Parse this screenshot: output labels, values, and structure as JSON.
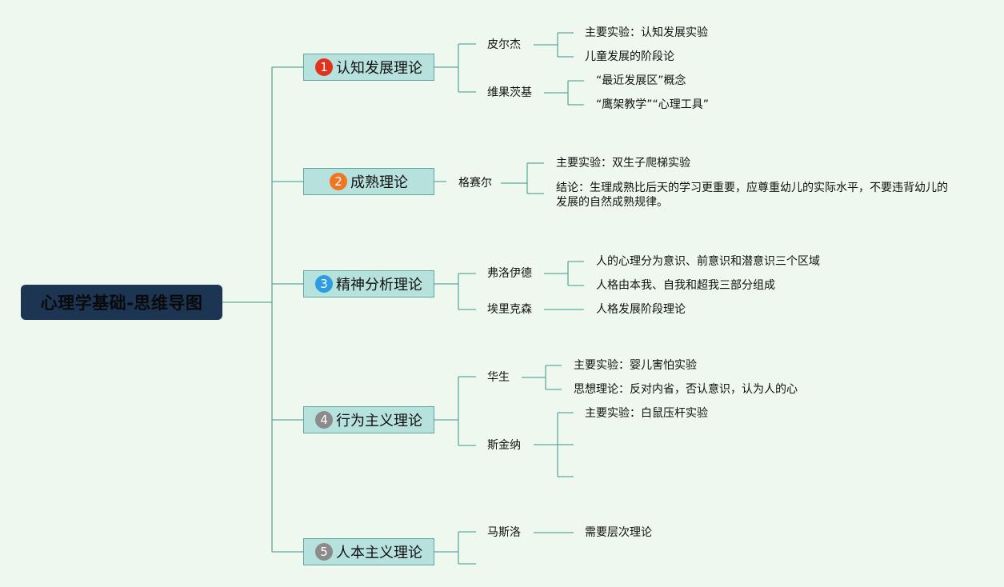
{
  "title": "心理学基础-思维导图",
  "colors": {
    "line": "#5fa79e",
    "badge_red": "#e0331f",
    "badge_orange": "#ee7622",
    "badge_blue": "#2d9ce0",
    "badge_gray": "#8b8b8b"
  },
  "branches": [
    {
      "num": "1",
      "label": "认知发展理论",
      "people": [
        {
          "name": "皮尔杰",
          "points": [
            "主要实验：认知发展实验",
            "儿童发展的阶段论"
          ]
        },
        {
          "name": "维果茨基",
          "points": [
            "“最近发展区”概念",
            "“鹰架教学”“心理工具”"
          ]
        }
      ]
    },
    {
      "num": "2",
      "label": "成熟理论",
      "people": [
        {
          "name": "格赛尔",
          "points": [
            "主要实验：双生子爬梯实验",
            "结论：生理成熟比后天的学习更重要，应尊重幼儿的实际水平，不要违背幼儿的发展的自然成熟规律。"
          ]
        }
      ]
    },
    {
      "num": "3",
      "label": "精神分析理论",
      "people": [
        {
          "name": "弗洛伊德",
          "points": [
            "人的心理分为意识、前意识和潜意识三个区域",
            "人格由本我、自我和超我三部分组成"
          ]
        },
        {
          "name": "埃里克森",
          "points": [
            "人格发展阶段理论"
          ]
        }
      ]
    },
    {
      "num": "4",
      "label": "行为主义理论",
      "people": [
        {
          "name": "华生",
          "points": [
            "主要实验：婴儿害怕实验",
            "思想理论：反对内省，否认意识，认为人的心"
          ]
        },
        {
          "name": "斯金纳",
          "points": [
            "主要实验：白鼠压杆实验"
          ]
        }
      ]
    },
    {
      "num": "5",
      "label": "人本主义理论",
      "people": [
        {
          "name": "马斯洛",
          "points": [
            "需要层次理论"
          ]
        }
      ]
    }
  ]
}
